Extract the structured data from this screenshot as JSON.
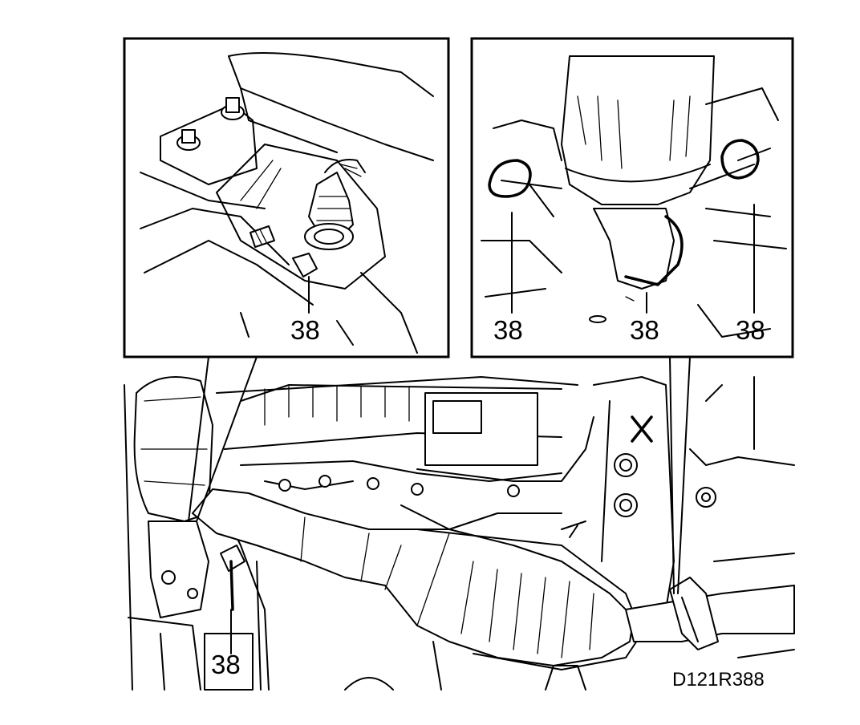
{
  "callouts": {
    "inset_left": "38",
    "inset_right_left": "38",
    "inset_right_center": "38",
    "inset_right_right": "38",
    "main_view": "38"
  },
  "figure_id": "D121R388",
  "colors": {
    "ink": "#000000",
    "paper": "#ffffff"
  }
}
